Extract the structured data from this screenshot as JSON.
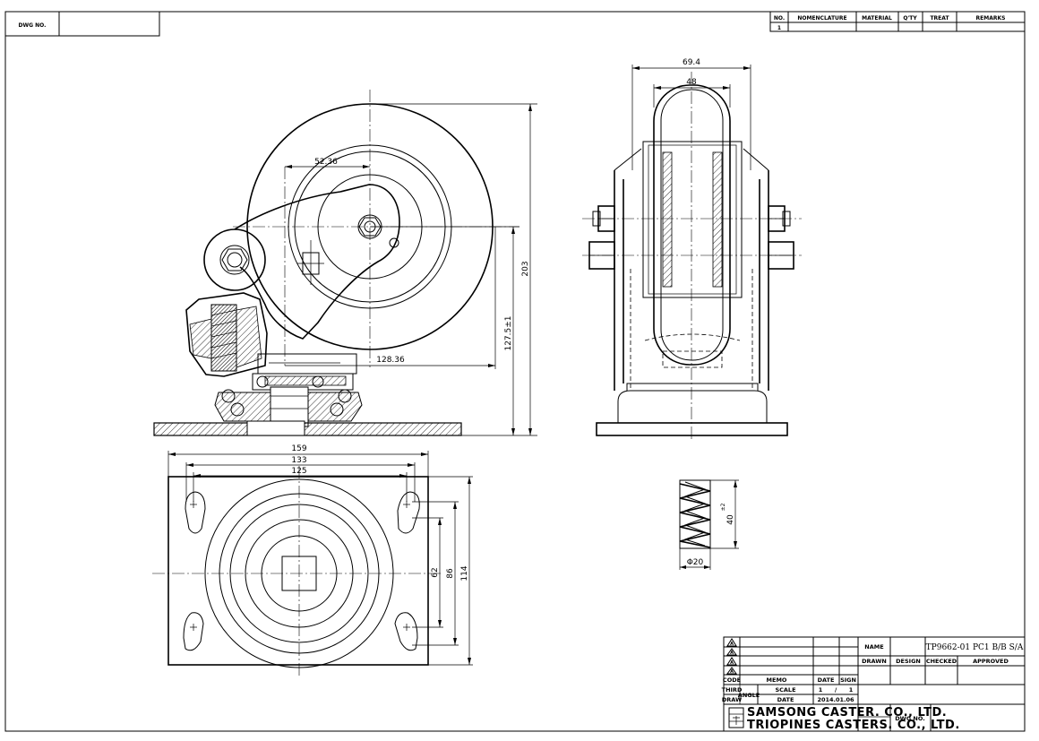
{
  "drawing": {
    "dwg_no_label": "DWG NO.",
    "dwg_no_value": ""
  },
  "parts_list": {
    "headers": [
      "NO.",
      "NOMENCLATURE",
      "MATERIAL",
      "Q'TY",
      "TREAT",
      "REMARKS"
    ],
    "rows": [
      [
        "1",
        "",
        "",
        "",
        "",
        ""
      ]
    ]
  },
  "dimensions": {
    "side_view": {
      "offset": "52.36",
      "swivel_lead": "128.36",
      "axle_height": "127.5±1",
      "overall_height": "203"
    },
    "front_view": {
      "overall_width": "69.4",
      "wheel_width": "48"
    },
    "plate": {
      "width": "159",
      "outer_hole_span": "133",
      "inner_hole_span": "125",
      "hole_span_short": "62",
      "hole_span_long": "86",
      "plate_length": "114"
    },
    "spring": {
      "diameter": "Φ20",
      "length": "40",
      "length_tolerance": "±2"
    }
  },
  "title_block": {
    "revision_marks": [
      "A",
      "A",
      "A",
      "A"
    ],
    "code_label": "CODE",
    "memo_label": "MEMO",
    "date_label": "DATE",
    "sign_label": "SIGN",
    "third_label": "THIRD",
    "draw_label": "DRAW",
    "angle_label": "ANGLE",
    "scale_label": "SCALE",
    "scale_num": "1",
    "scale_slash": "/",
    "scale_den": "1",
    "date_row_label": "DATE",
    "date_value": "2014.01.06",
    "name_label": "NAME",
    "name_value": "TP9662-01 PC1 B/B S/A",
    "drawn_label": "DRAWN",
    "design_label": "DESIGN",
    "checked_label": "CHECKED",
    "approved_label": "APPROVED",
    "company_line1": "SAMSONG CASTER. CO., LTD.",
    "company_line2": "TRIOPINES CASTERS. CO., LTD.",
    "dwg_no_label": "DWG NO.",
    "dwg_no_value": ""
  }
}
